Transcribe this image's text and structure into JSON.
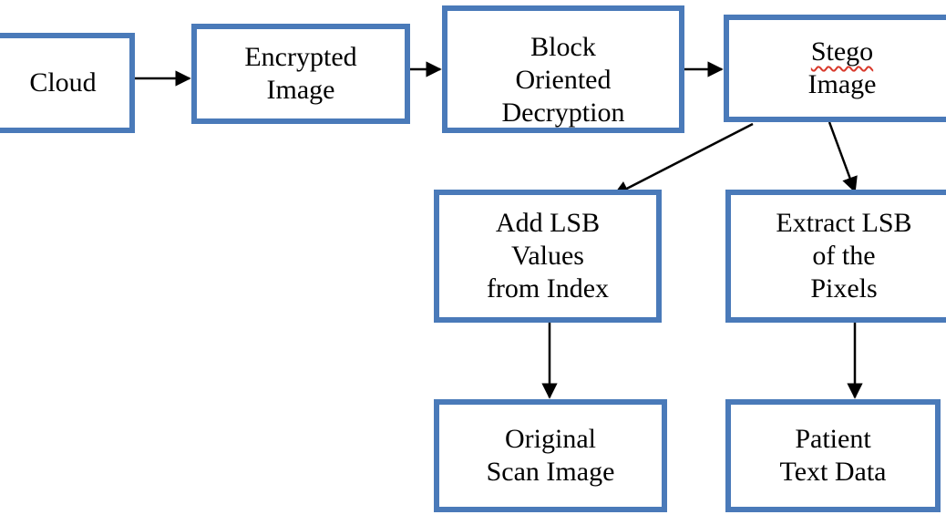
{
  "diagram": {
    "nodes": {
      "cloud": {
        "lines": [
          "Cloud"
        ]
      },
      "encrypted_image": {
        "lines": [
          "Encrypted",
          "Image"
        ]
      },
      "block_oriented_decryption": {
        "lines": [
          "Block",
          "Oriented",
          "Decryption"
        ]
      },
      "stego_image": {
        "lines": [
          "Stego",
          "Image"
        ]
      },
      "add_lsb": {
        "lines": [
          "Add LSB",
          "Values",
          "from Index"
        ]
      },
      "extract_lsb": {
        "lines": [
          "Extract LSB",
          "of the",
          "Pixels"
        ]
      },
      "original_scan_image": {
        "lines": [
          "Original",
          "Scan Image"
        ]
      },
      "patient_text_data": {
        "lines": [
          "Patient",
          "Text Data"
        ]
      }
    },
    "edges": [
      {
        "from": "cloud",
        "to": "encrypted_image"
      },
      {
        "from": "encrypted_image",
        "to": "block_oriented_decryption"
      },
      {
        "from": "block_oriented_decryption",
        "to": "stego_image"
      },
      {
        "from": "stego_image",
        "to": "add_lsb"
      },
      {
        "from": "stego_image",
        "to": "extract_lsb"
      },
      {
        "from": "add_lsb",
        "to": "original_scan_image"
      },
      {
        "from": "extract_lsb",
        "to": "patient_text_data"
      }
    ],
    "colors": {
      "box_border": "#4a7ab9",
      "arrow": "#000000",
      "spell_underline": "#d8392b"
    }
  }
}
